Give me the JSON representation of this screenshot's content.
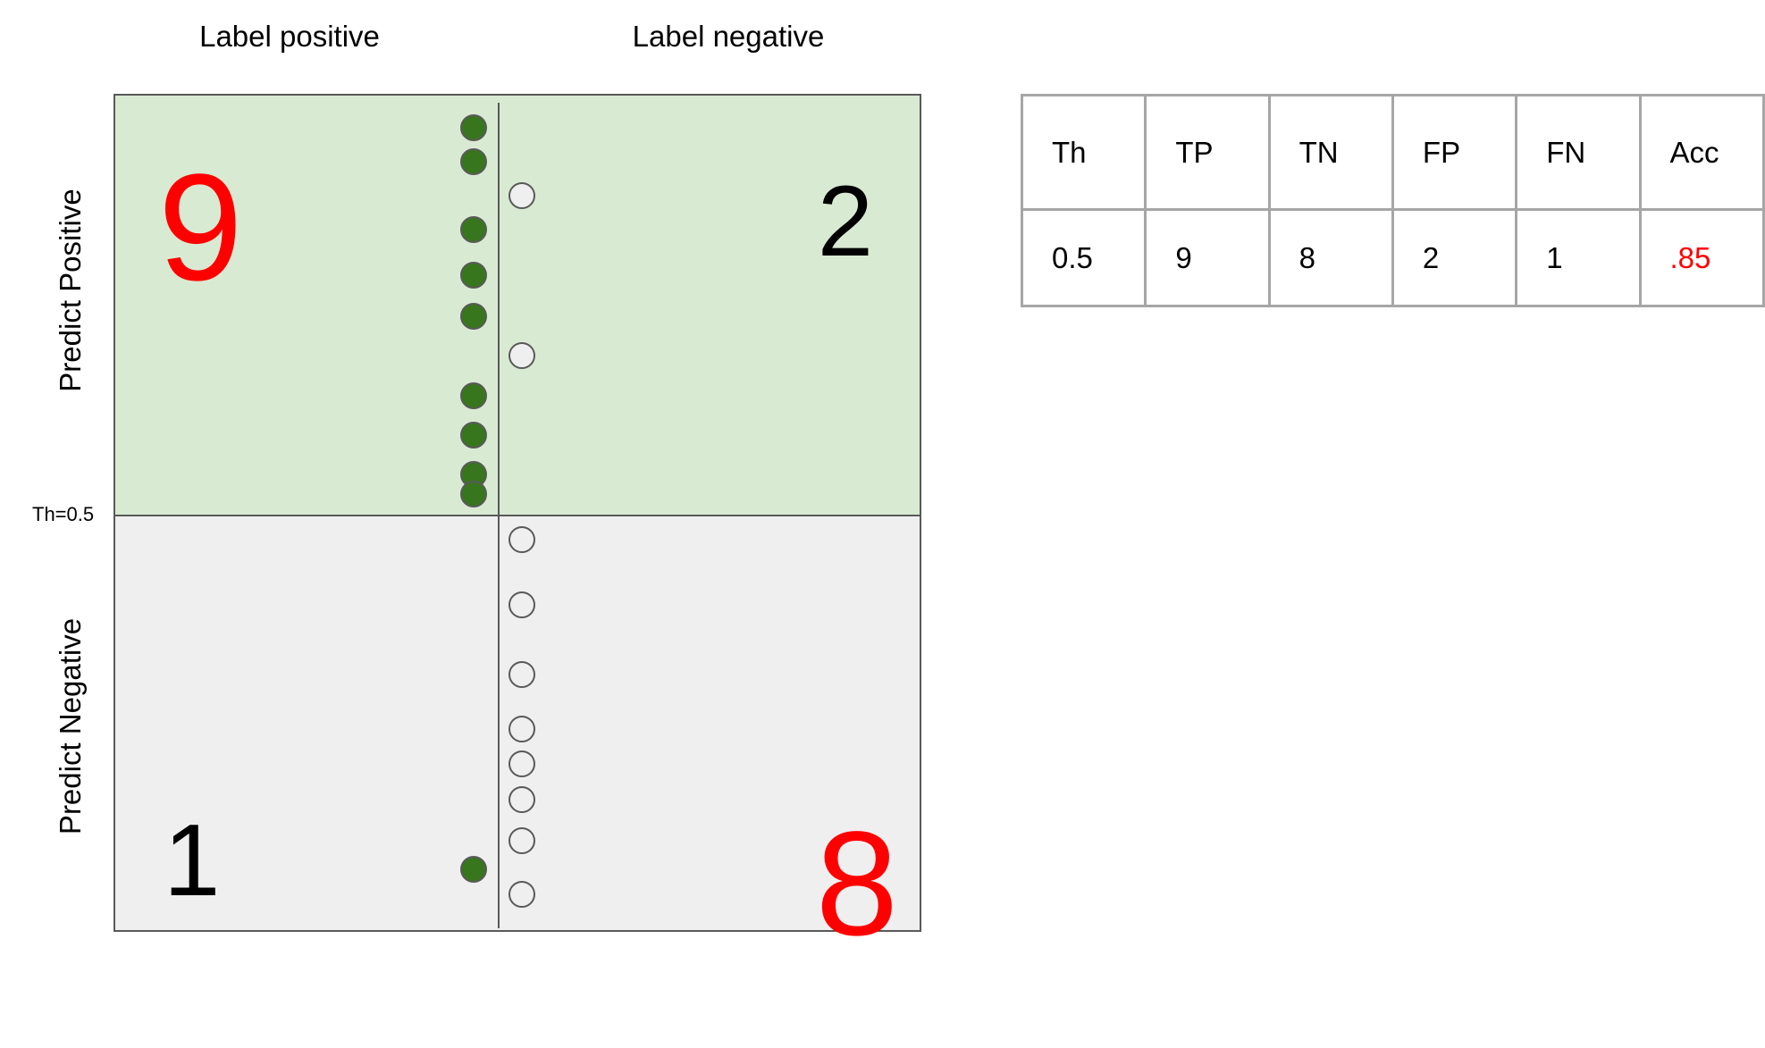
{
  "column_labels": {
    "positive": "Label positive",
    "negative": "Label negative"
  },
  "row_labels": {
    "positive": "Predict Positive",
    "negative": "Predict Negative"
  },
  "threshold_label": "Th=0.5",
  "matrix": {
    "tp": "9",
    "fp": "2",
    "fn": "1",
    "tn": "8"
  },
  "colors": {
    "predict_positive_bg": "#d9ead3",
    "predict_negative_bg": "#efefef",
    "positive_dot": "#38761d",
    "highlight": "#ff0000"
  },
  "points": {
    "positive_count": 10,
    "negative_count": 10
  },
  "table": {
    "headers": [
      "Th",
      "TP",
      "TN",
      "FP",
      "FN",
      "Acc"
    ],
    "row": [
      "0.5",
      "9",
      "8",
      "2",
      "1",
      ".85"
    ]
  }
}
